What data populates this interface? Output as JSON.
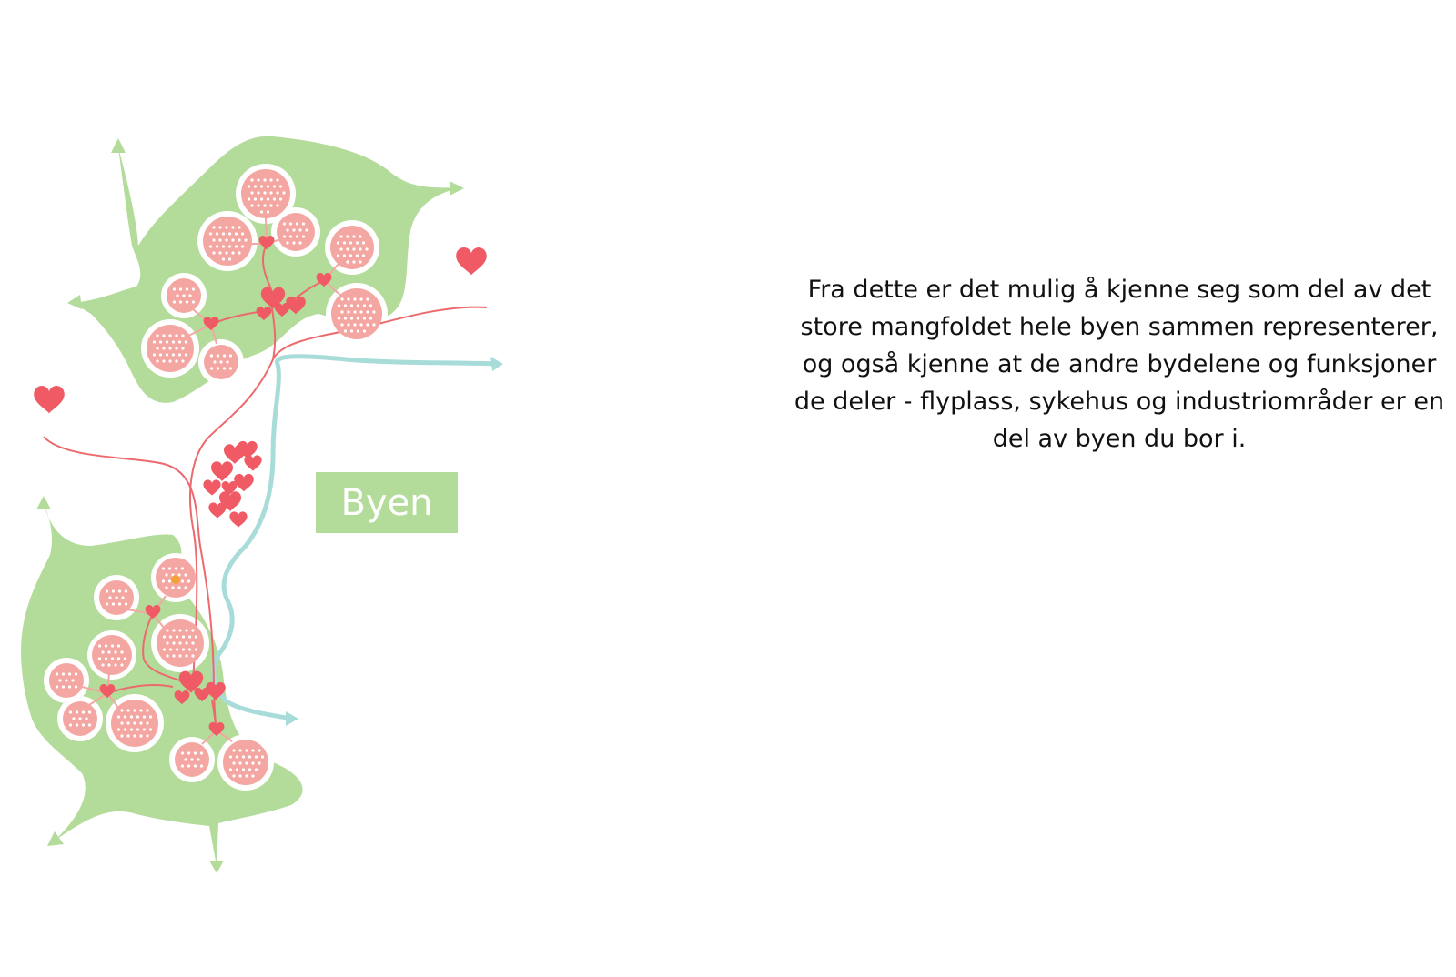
{
  "colors": {
    "green_area": "#b3db9a",
    "pink_cluster": "#f4a7a2",
    "heart": "#ef5a64",
    "road": "#ec6a6e",
    "river": "#a7dcd8",
    "dot": "#ffffff",
    "accent_orange": "#f3a23a"
  },
  "label": "Byen",
  "caption": [
    "Fra dette er det mulig å kjenne seg som del av det",
    "store mangfoldet hele byen sammen representerer,",
    "og også kjenne at de andre bydelene og funksjoner",
    "de deler - flyplass, sykehus og industriområder er en",
    "del av byen du bor i."
  ]
}
